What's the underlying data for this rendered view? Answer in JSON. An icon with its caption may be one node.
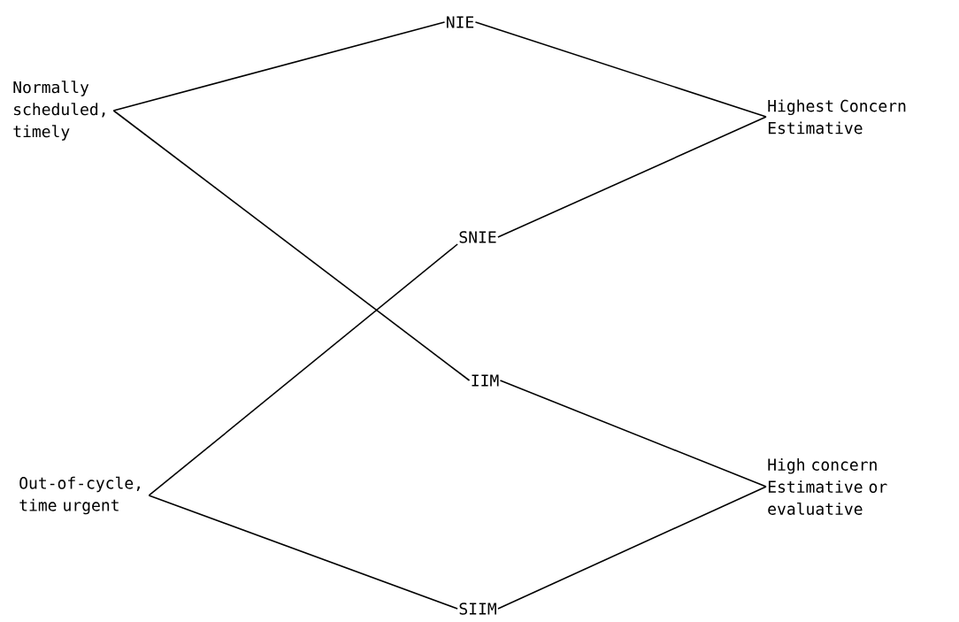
{
  "diagram": {
    "nodes": [
      {
        "text": [
          "Normally scheduled, timely"
        ]
      },
      {
        "text": [
          "NIE"
        ]
      },
      {
        "text": [
          "Highest Concern Estimative"
        ]
      },
      {
        "text": [
          "SNIE"
        ]
      },
      {
        "text": [
          "IIM"
        ]
      },
      {
        "text": [
          "Out-of-cycle, time urgent"
        ]
      },
      {
        "text": [
          "High concern Estimative or evaluative"
        ]
      },
      {
        "text": [
          "SIIM"
        ]
      }
    ],
    "edges": [
      {
        "from": 0,
        "to": 1,
        "arrow": "none"
      },
      {
        "from": 1,
        "to": 2,
        "arrow": "none"
      },
      {
        "from": 3,
        "to": 2,
        "arrow": "none"
      },
      {
        "from": 0,
        "to": 4,
        "arrow": "none"
      },
      {
        "from": 5,
        "to": 3,
        "arrow": "none"
      },
      {
        "from": 4,
        "to": 6,
        "arrow": "none"
      },
      {
        "from": 5,
        "to": 7,
        "arrow": "none"
      },
      {
        "from": 7,
        "to": 6,
        "arrow": "none"
      }
    ]
  }
}
